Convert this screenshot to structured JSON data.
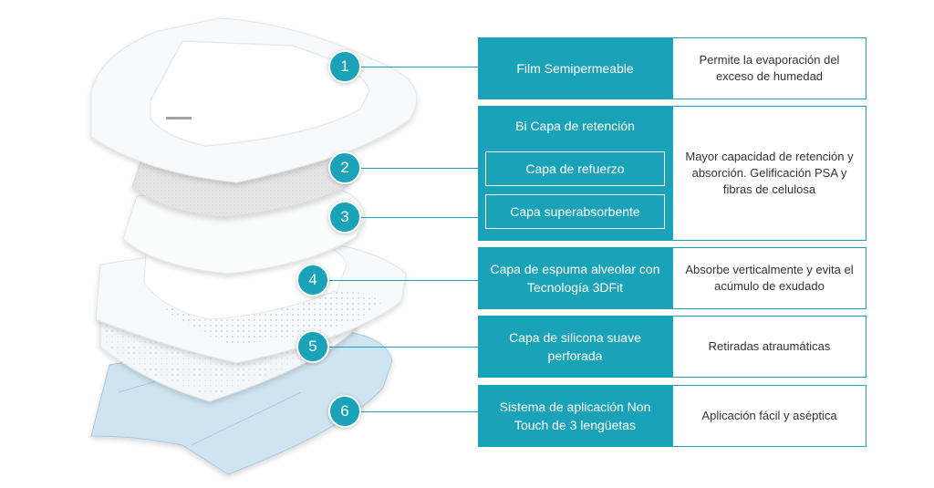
{
  "colors": {
    "accent": "#1aa3b8",
    "text": "#333333",
    "background": "#ffffff"
  },
  "layers": [
    {
      "number": "1",
      "title": "Film Semipermeable",
      "description": "Permite la evaporación del exceso de humedad"
    },
    {
      "number": "2",
      "sub_title": "Capa de refuerzo"
    },
    {
      "number": "3",
      "sub_title": "Capa superabsorbente"
    },
    {
      "number": "4",
      "title": "Capa de espuma alveolar con Tecnología 3DFit",
      "description": "Absorbe verticalmente y evita el acúmulo de exudado"
    },
    {
      "number": "5",
      "title": "Capa de silicona suave perforada",
      "description": "Retiradas atraumáticas"
    },
    {
      "number": "6",
      "title": "Sistema de aplicación Non Touch de 3 lengüetas",
      "description": "Aplicación fácil y aséptica"
    }
  ],
  "retention": {
    "title": "Bi Capa de retención",
    "description": "Mayor capacidad de retención y absorción. Gelificación PSA y fibras de celulosa"
  }
}
